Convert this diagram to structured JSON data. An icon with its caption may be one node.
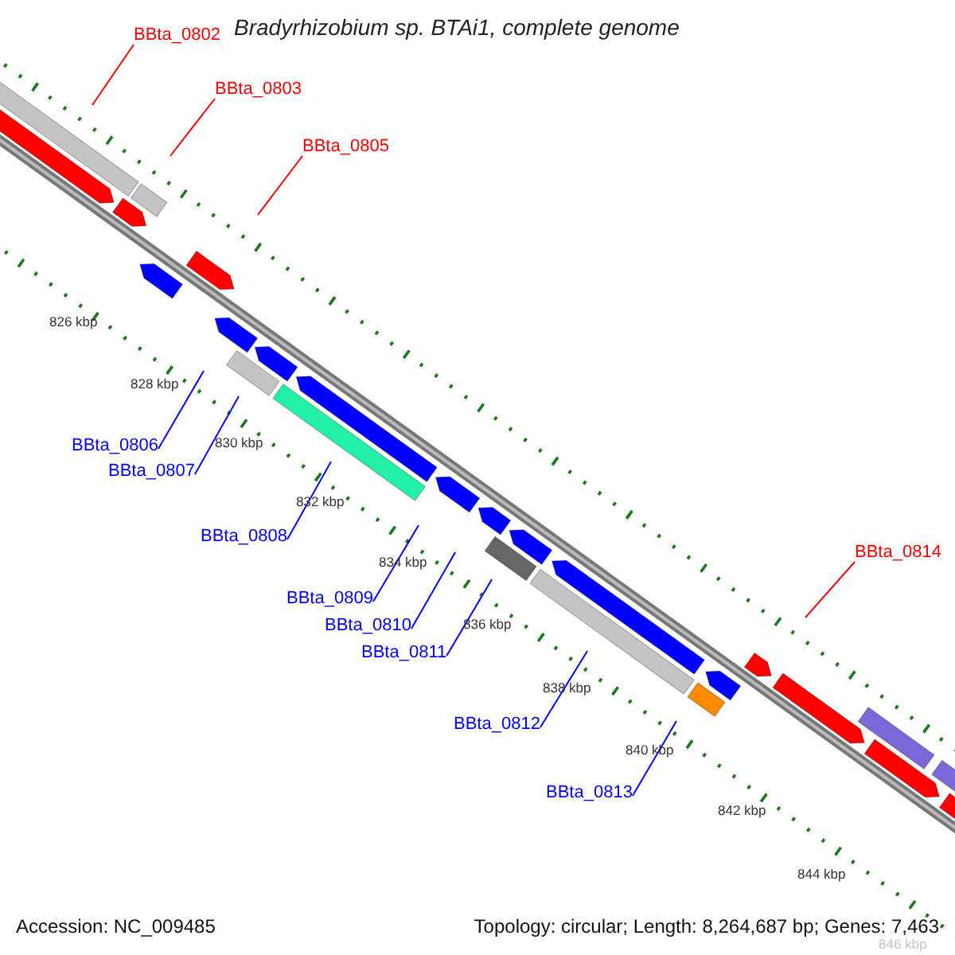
{
  "diagram": {
    "title": "Bradyrhizobium sp. BTAi1, complete genome",
    "nodes": [
      {
        "text": [
          "BBta_0802"
        ]
      },
      {
        "text": [
          "BBta_0803"
        ]
      },
      {
        "text": [
          "BBta_0805"
        ]
      },
      {
        "text": [
          "BBta_0806"
        ]
      },
      {
        "text": [
          "BBta_0807"
        ]
      },
      {
        "text": [
          "BBta_0808"
        ]
      },
      {
        "text": [
          "BBta_0809"
        ]
      },
      {
        "text": [
          "BBta_0810"
        ]
      },
      {
        "text": [
          "BBta_0811"
        ]
      },
      {
        "text": [
          "BBta_0812"
        ]
      },
      {
        "text": [
          "BBta_0813"
        ]
      },
      {
        "text": [
          "BBta_0814"
        ]
      }
    ],
    "edges": [
      {
        "from": 0,
        "to": null,
        "arrow": "none",
        "color": "#ff0000"
      },
      {
        "from": 1,
        "to": null,
        "arrow": "none",
        "color": "#ff0000"
      },
      {
        "from": 2,
        "to": null,
        "arrow": "none",
        "color": "#ff0000"
      },
      {
        "from": 3,
        "to": null,
        "arrow": "none"
      },
      {
        "from": 4,
        "to": null,
        "arrow": "none"
      },
      {
        "from": 5,
        "to": null,
        "arrow": "none"
      },
      {
        "from": 6,
        "to": null,
        "arrow": "none"
      },
      {
        "from": 7,
        "to": null,
        "arrow": "none"
      },
      {
        "from": 8,
        "to": null,
        "arrow": "none"
      },
      {
        "from": 9,
        "to": null,
        "arrow": "none"
      },
      {
        "from": 10,
        "to": null,
        "arrow": "none"
      },
      {
        "from": 11,
        "to": null,
        "arrow": "none",
        "color": "#ff0000"
      }
    ],
    "labels": [
      "826 kbp",
      "828 kbp",
      "830 kbp",
      "832 kbp",
      "834 kbp",
      "836 kbp",
      "838 kbp",
      "840 kbp",
      "842 kbp",
      "844 kbp",
      "846 kbp",
      "Accession: NC_009485",
      "Topology: circular; Length: 8,264,687 bp; Genes: 7,463"
    ]
  }
}
